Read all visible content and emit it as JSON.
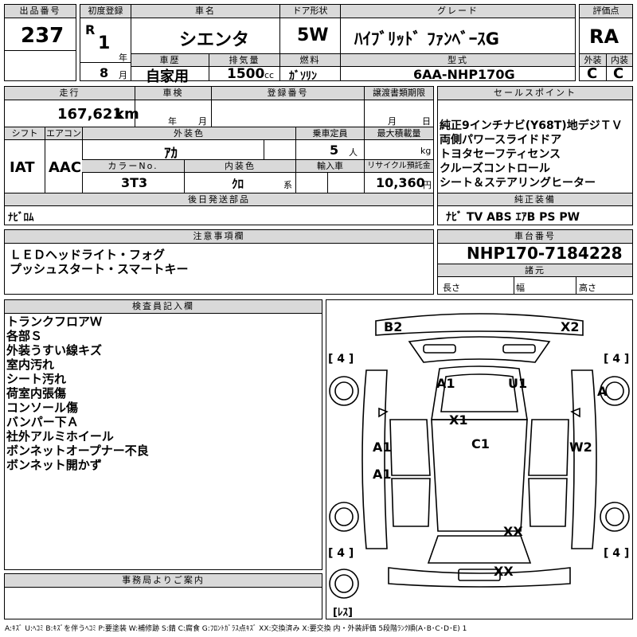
{
  "top": {
    "lot_label": "出品番号",
    "lot": "237",
    "reg_label": "初度登録",
    "era": "R",
    "year": "1",
    "year_unit": "年",
    "month": "8",
    "month_unit": "月",
    "name_label": "車名",
    "name": "シエンタ",
    "door_label": "ドア形状",
    "door": "5W",
    "grade_label": "グレード",
    "grade": "ﾊｲﾌﾞﾘｯﾄﾞ ﾌｧﾝﾍﾞｰｽG",
    "score_label": "評価点",
    "score": "RA",
    "history_label": "車歴",
    "history": "自家用",
    "cc_label": "排気量",
    "cc": "1500",
    "cc_unit": "cc",
    "fuel_label": "燃料",
    "fuel": "ｶﾞｿﾘﾝ",
    "model_label": "型式",
    "model": "6AA-NHP170G",
    "ext_label": "外装",
    "ext": "C",
    "int_label": "内装",
    "int": "C"
  },
  "mid": {
    "mileage_label": "走行",
    "mileage": "167,621",
    "mileage_unit": "km",
    "inspection_label": "車検",
    "insp_year_unit": "年",
    "insp_month_unit": "月",
    "regno_label": "登録番号",
    "transfer_label": "譲渡書類期限",
    "transfer_month_unit": "月",
    "transfer_day_unit": "日",
    "shift_label": "シフト",
    "shift": "IAT",
    "ac_label": "エアコン",
    "ac": "AAC",
    "color_label": "外装色",
    "color": "ｱｶ",
    "seats_label": "乗車定員",
    "seats": "5",
    "seats_unit": "人",
    "load_label": "最大積載量",
    "load_unit": "kg",
    "colorno_label": "カラーNo.",
    "colorno": "3T3",
    "intcolor_label": "内装色",
    "intcolor": "ｸﾛ",
    "intcolor_unit": "系",
    "import_label": "輸入車",
    "recycle_label": "リサイクル預託金",
    "recycle": "10,360",
    "recycle_unit": "円",
    "later_label": "後日発送部品",
    "later": "ﾅﾋﾞﾛﾑ"
  },
  "sales": {
    "label": "セールスポイント",
    "points": [
      "純正9インチナビ(Y68T)地デジＴＶ",
      "両側パワースライドドア",
      "トヨタセーフティセンス",
      "クルーズコントロール",
      "シート＆ステアリングヒーター"
    ],
    "equip_label": "純正装備",
    "equip": "ﾅﾋﾞ TV ABS ｴｱB PS PW"
  },
  "notes": {
    "label": "注意事項欄",
    "lines": [
      "ＬＥＤヘッドライト・フォグ",
      "プッシュスタート・スマートキー"
    ]
  },
  "chassis": {
    "label": "車台番号",
    "value": "NHP170-7184228",
    "spec_label": "諸元",
    "length_label": "長さ",
    "width_label": "幅",
    "height_label": "高さ"
  },
  "inspector": {
    "label": "検査員記入欄",
    "lines": [
      "トランクフロアＷ",
      "各部Ｓ",
      "外装うすい線キズ",
      "室内汚れ",
      "シート汚れ",
      "荷室内張傷",
      "コンソール傷",
      "バンパー下Ａ",
      "社外アルミホイール",
      "ボンネットオープナー不良",
      "ボンネット開かず"
    ]
  },
  "office": {
    "label": "事務局よりご案内"
  },
  "diagram": {
    "marks": [
      "B2",
      "X2",
      "A1",
      "U1",
      "A",
      "X1",
      "A1",
      "C1",
      "W2",
      "A1",
      "XX",
      "XX"
    ],
    "tire_tl": "[ 4 ]",
    "tire_tr": "[ 4 ]",
    "tire_bl": "[ 4 ]",
    "tire_br": "[ 4 ]",
    "spare": "[ﾚｽ]"
  },
  "legend": "A:ｷｽﾞ U:ﾍｺﾐ B:ｷｽﾞを伴うﾍｺﾐ P:要塗装 W:補修跡 S:錆 C:腐食 G:ﾌﾛﾝﾄｶﾞﾗｽ点ｷｽﾞ XX:交換済み X:要交換 内・外装評価 5段階ﾗﾝｸ順(A･B･C･D･E) 1"
}
